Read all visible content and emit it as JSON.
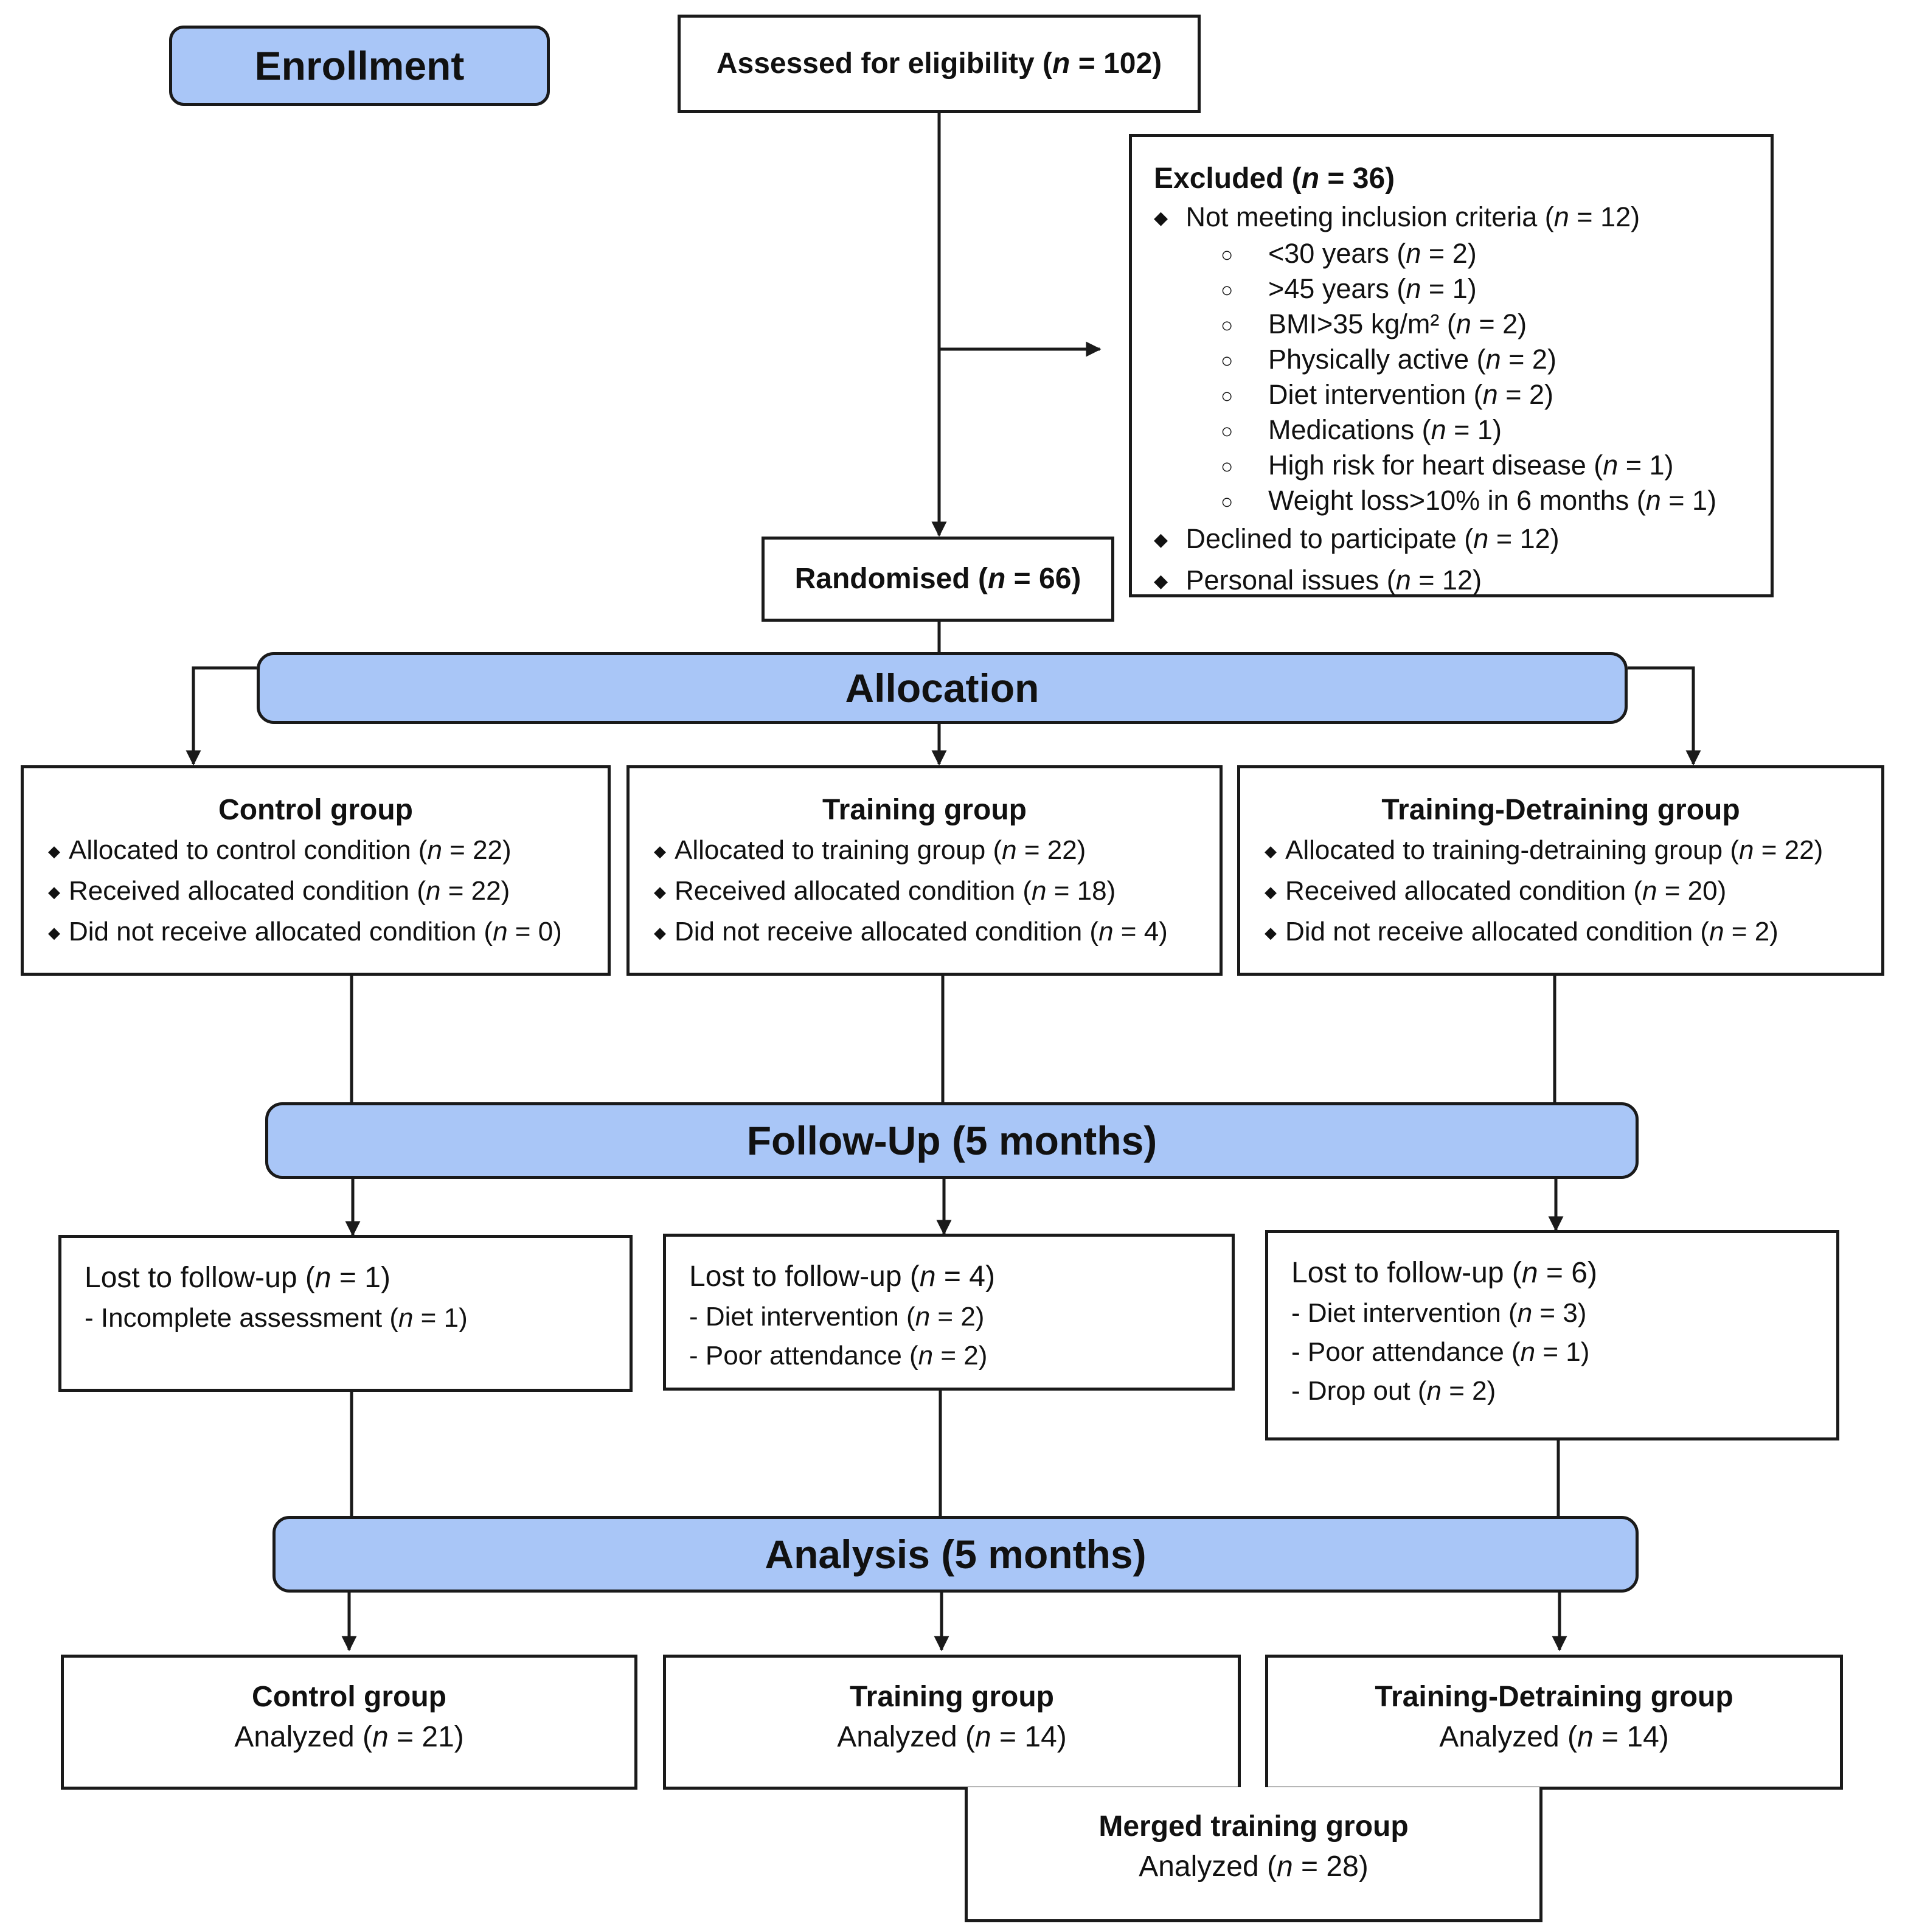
{
  "phases": {
    "enrollment": "Enrollment",
    "allocation": "Allocation",
    "followup": "Follow-Up (5 months)",
    "analysis": "Analysis (5 months)"
  },
  "assessed": {
    "label": "Assessed for eligibility",
    "n": "102"
  },
  "randomised": {
    "label": "Randomised",
    "n": "66"
  },
  "excluded": {
    "title": "Excluded",
    "n": "36",
    "not_meeting": {
      "label": "Not meeting inclusion criteria",
      "n": "12"
    },
    "criteria": [
      {
        "label": "<30 years",
        "n": "2"
      },
      {
        "label": ">45 years",
        "n": "1"
      },
      {
        "label": "BMI>35 kg/m²",
        "n": "2"
      },
      {
        "label": "Physically active",
        "n": "2"
      },
      {
        "label": "Diet intervention",
        "n": "2"
      },
      {
        "label": "Medications",
        "n": "1"
      },
      {
        "label": "High risk for heart disease",
        "n": "1"
      },
      {
        "label": "Weight loss>10% in 6 months",
        "n": "1"
      }
    ],
    "declined": {
      "label": "Declined to participate",
      "n": "12"
    },
    "personal": {
      "label": "Personal issues",
      "n": "12"
    }
  },
  "allocation_groups": [
    {
      "title": "Control group",
      "items": [
        {
          "label": "Allocated to control condition",
          "n": "22"
        },
        {
          "label": "Received allocated condition",
          "n": "22"
        },
        {
          "label": "Did not receive allocated condition",
          "n": "0"
        }
      ]
    },
    {
      "title": "Training group",
      "items": [
        {
          "label": "Allocated to training group",
          "n": "22"
        },
        {
          "label": "Received allocated condition",
          "n": "18"
        },
        {
          "label": "Did not receive allocated condition",
          "n": "4"
        }
      ]
    },
    {
      "title": "Training-Detraining group",
      "items": [
        {
          "label": "Allocated to training-detraining group",
          "n": "22"
        },
        {
          "label": "Received allocated condition",
          "n": "20"
        },
        {
          "label": "Did not receive allocated condition",
          "n": "2"
        }
      ]
    }
  ],
  "followup_groups": [
    {
      "lost_label": "Lost to follow-up",
      "lost_n": "1",
      "reasons": [
        {
          "label": "- Incomplete assessment",
          "n": "1"
        }
      ]
    },
    {
      "lost_label": "Lost to follow-up",
      "lost_n": "4",
      "reasons": [
        {
          "label": "- Diet intervention",
          "n": "2"
        },
        {
          "label": "- Poor attendance",
          "n": "2"
        }
      ]
    },
    {
      "lost_label": "Lost to follow-up",
      "lost_n": "6",
      "reasons": [
        {
          "label": "- Diet intervention",
          "n": "3"
        },
        {
          "label": "- Poor attendance",
          "n": "1"
        },
        {
          "label": "- Drop out",
          "n": "2"
        }
      ]
    }
  ],
  "analysis_groups": [
    {
      "title": "Control group",
      "label": "Analyzed",
      "n": "21"
    },
    {
      "title": "Training group",
      "label": "Analyzed",
      "n": "14"
    },
    {
      "title": "Training-Detraining group",
      "label": "Analyzed",
      "n": "14"
    }
  ],
  "merged": {
    "title": "Merged training group",
    "label": "Analyzed",
    "n": "28"
  },
  "n_symbol": "n",
  "equals": " = "
}
